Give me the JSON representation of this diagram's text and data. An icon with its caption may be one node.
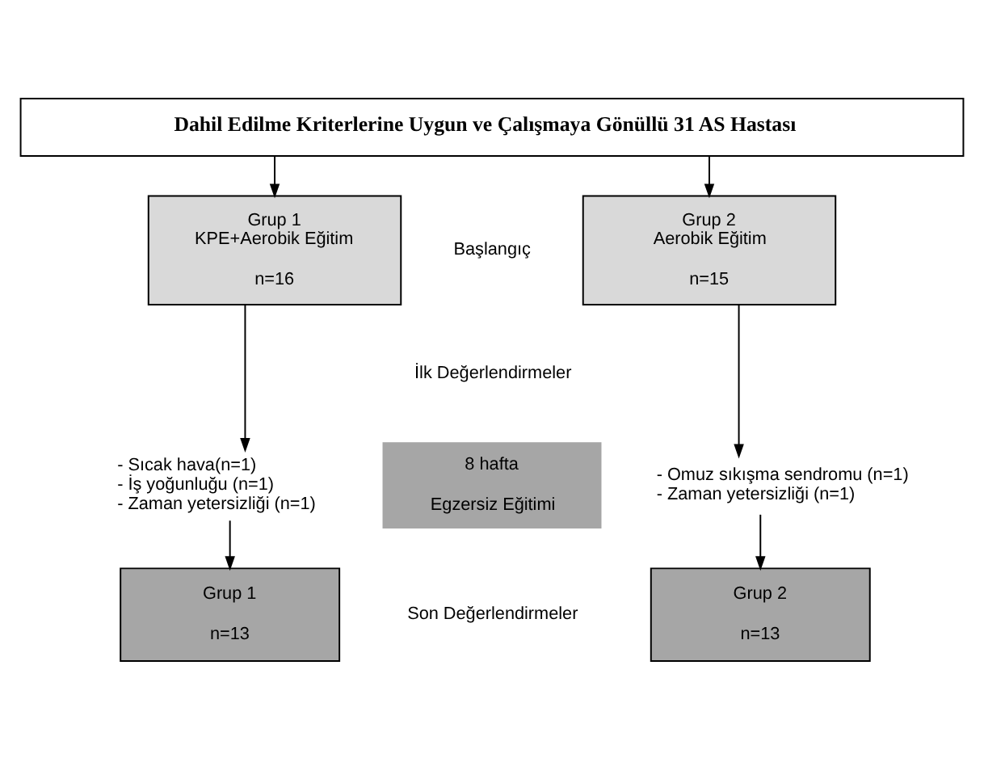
{
  "diagram": {
    "nodes": [
      {
        "text": [
          "Dahil Edilme Kriterlerine Uygun ve Çalışmaya Gönüllü 31 AS Hastası"
        ]
      },
      {
        "text": [
          "Grup 1",
          "KPE+Aerobik Eğitim",
          "n=16"
        ]
      },
      {
        "text": [
          "Grup 2",
          "Aerobik Eğitim",
          "n=15"
        ]
      },
      {
        "text": [
          "- Sıcak hava(n=1)",
          "- İş yoğunluğu (n=1)",
          "- Zaman yetersizliği (n=1)"
        ]
      },
      {
        "text": [
          "8 hafta",
          "Egzersiz Eğitimi"
        ]
      },
      {
        "text": [
          "- Omuz sıkışma sendromu (n=1)",
          "- Zaman yetersizliği (n=1)"
        ]
      },
      {
        "text": [
          "Grup 1",
          "n=13"
        ]
      },
      {
        "text": [
          "Grup 2",
          "n=13"
        ]
      }
    ],
    "edges": [
      {
        "from": 0,
        "to": 1,
        "arrow": "to"
      },
      {
        "from": 0,
        "to": 2,
        "arrow": "to"
      },
      {
        "from": 1,
        "to": 3,
        "arrow": "to"
      },
      {
        "from": 3,
        "to": 6,
        "arrow": "to"
      },
      {
        "from": 2,
        "to": 5,
        "arrow": "to"
      },
      {
        "from": 5,
        "to": 7,
        "arrow": "to"
      }
    ],
    "labels": [
      "Başlangıç",
      "İlk Değerlendirmeler",
      "Son Değerlendirmeler"
    ]
  }
}
